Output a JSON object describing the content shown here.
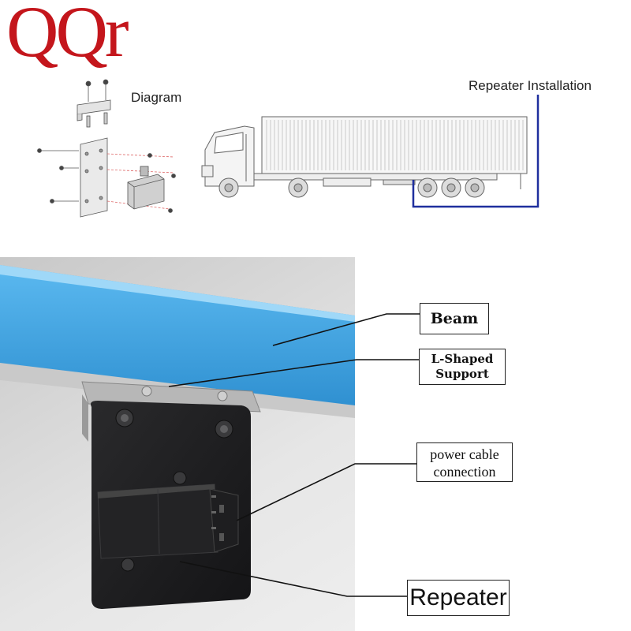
{
  "logo": {
    "text": "QQr",
    "color": "#c4161c"
  },
  "header": {
    "diagram_label": "Diagram",
    "installation_label": "Repeater Installation",
    "route_color": "#1f2f9e"
  },
  "callouts": {
    "beam": "Beam",
    "l_shaped_support": {
      "line1": "L-Shaped",
      "line2": "Support"
    },
    "power_cable": {
      "line1": "power cable",
      "line2": "connection"
    },
    "repeater": "Repeater"
  },
  "colors": {
    "beam": "#3a9ee0",
    "plate": "#1d1d1f",
    "background": "#dcdcdc"
  }
}
